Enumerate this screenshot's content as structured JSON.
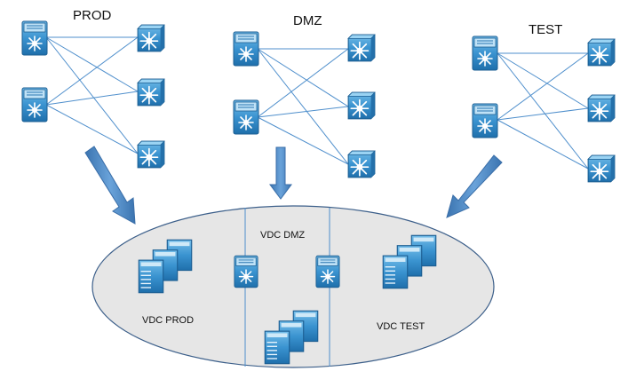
{
  "groups": {
    "prod": {
      "label": "PROD"
    },
    "dmz": {
      "label": "DMZ"
    },
    "test": {
      "label": "TEST"
    }
  },
  "vdc": {
    "prod": {
      "label": "VDC PROD"
    },
    "dmz": {
      "label": "VDC DMZ"
    },
    "test": {
      "label": "VDC TEST"
    }
  },
  "icons": {
    "device": "switch-icon",
    "router": "layer3-switch-icon",
    "stack": "server-stack-icon",
    "arrow": "flow-arrow-icon"
  },
  "colors": {
    "icon_blue": "#2f86c6",
    "icon_light": "#7cc0ec",
    "link_line": "#4f8fcc",
    "arrow_fill": "#4a86c4",
    "ellipse_fill": "#e6e6e6",
    "ellipse_stroke": "#3c5f8a"
  }
}
